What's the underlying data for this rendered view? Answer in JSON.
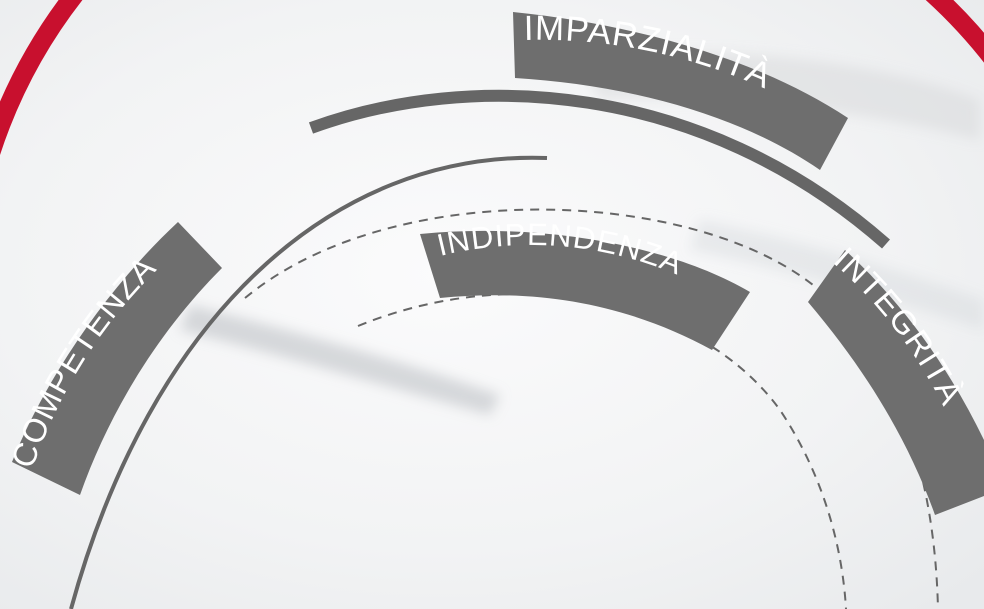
{
  "colors": {
    "accent": "#c8102e",
    "arc": "#666666",
    "banner": "#6e6e6e",
    "banner_text": "#ffffff",
    "background": "#f4f5f6"
  },
  "labels": {
    "imparzialita": "IMPARZIALITÀ",
    "indipendenza": "INDIPENDENZA",
    "competenza": "COMPETENZA",
    "integrita": "INTEGRITÀ"
  }
}
